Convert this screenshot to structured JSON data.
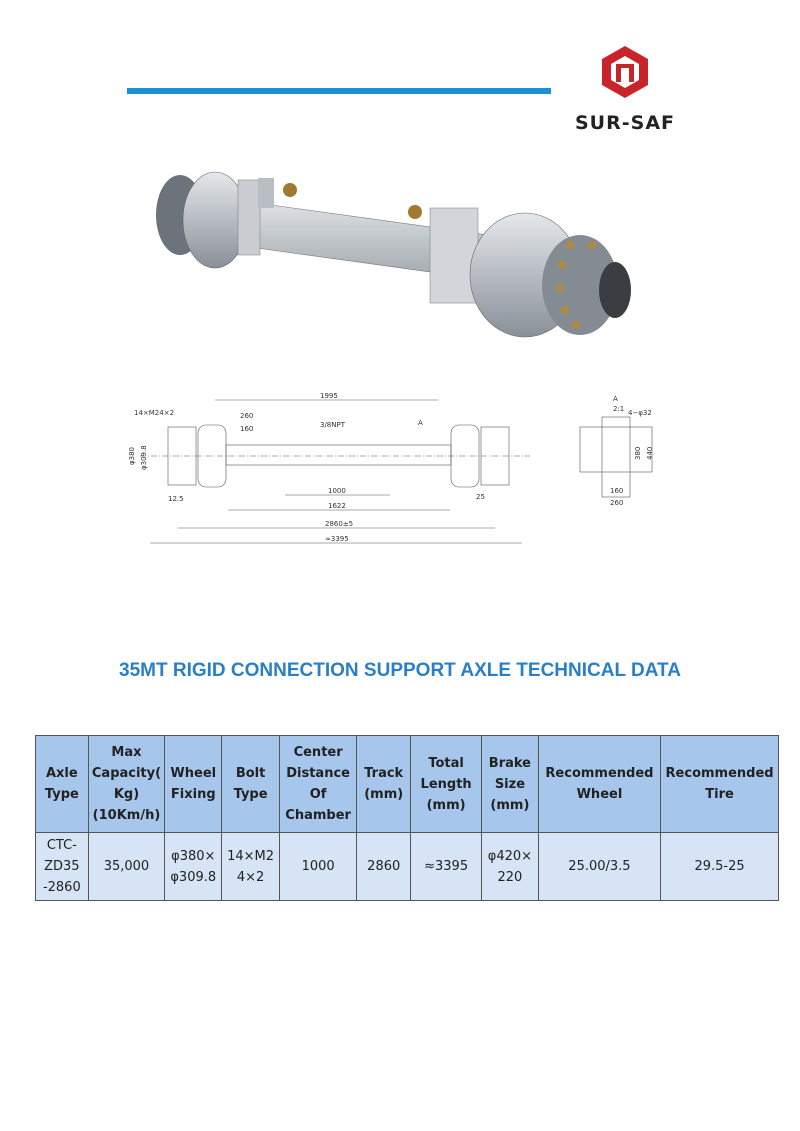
{
  "header": {
    "brand_name": "SUR-SAF"
  },
  "drawing": {
    "dims": {
      "d1995": "1995",
      "d14m24": "14×M24×2",
      "d260": "260",
      "d160": "160",
      "dnpt": "3/8NPT",
      "dA": "A",
      "d380": "φ380",
      "d309": "φ309.8",
      "d1000": "1000",
      "d1622": "1622",
      "d12_5": "12.5",
      "d25": "25",
      "d2860": "2860±5",
      "d3395": "≈3395",
      "sideA": "A",
      "side21": "2:1",
      "side4x32": "4−φ32",
      "side380": "380",
      "side440": "440",
      "side160": "160",
      "side260": "260"
    }
  },
  "title": "35MT RIGID CONNECTION SUPPORT AXLE TECHNICAL DATA",
  "table": {
    "headers": [
      [
        "Axle",
        "Type"
      ],
      [
        "Max",
        "Capacity(",
        "Kg)",
        "(10Km/h)"
      ],
      [
        "Wheel",
        "Fixing"
      ],
      [
        "Bolt",
        "Type"
      ],
      [
        "Center",
        "Distance",
        "Of",
        "Chamber"
      ],
      [
        "Track",
        "(mm)"
      ],
      [
        "Total",
        "Length",
        "(mm)"
      ],
      [
        "Brake",
        "Size",
        "(mm)"
      ],
      [
        "Recommended",
        "Wheel"
      ],
      [
        "Recommended",
        "Tire"
      ]
    ],
    "rows": [
      [
        [
          "CTC-",
          "ZD35",
          "-2860"
        ],
        [
          "35,000"
        ],
        [
          "φ380×",
          "φ309.8"
        ],
        [
          "14×M2",
          "4×2"
        ],
        [
          "1000"
        ],
        [
          "2860"
        ],
        [
          "≈3395"
        ],
        [
          "φ420×",
          "220"
        ],
        [
          "25.00/3.5"
        ],
        [
          "29.5-25"
        ]
      ]
    ]
  },
  "colors": {
    "accent_blue": "#1e90d6",
    "title_blue": "#2a7fc6",
    "header_bg": "#a7c6ec",
    "cell_bg": "#d6e4f5",
    "logo_red": "#c8242b"
  }
}
